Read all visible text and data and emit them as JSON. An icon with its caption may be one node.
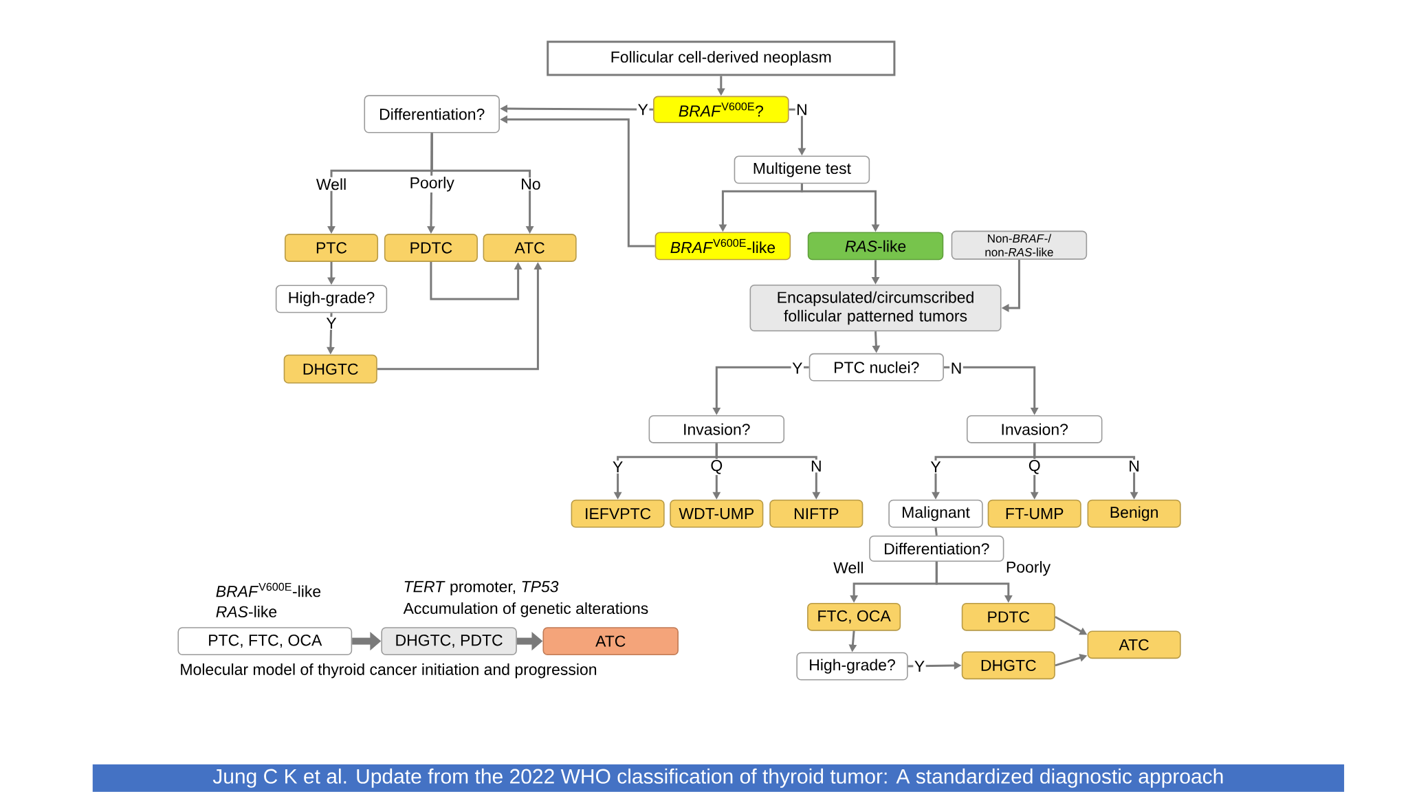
{
  "diagram": {
    "caption": "Jung C K et al. Update from the 2022 WHO classification of thyroid tumor: A standardized diagnostic approach",
    "nodes": [
      {
        "text": [
          "Follicular cell-derived neoplasm"
        ]
      },
      {
        "text": [
          "*BRAF*$^{V600E}$?"
        ]
      },
      {
        "text": [
          "Differentiation?"
        ]
      },
      {
        "text": [
          "Multigene test"
        ]
      },
      {
        "text": [
          "*BRAF*$^{V600E}$-like"
        ]
      },
      {
        "text": [
          "*RAS*-like"
        ]
      },
      {
        "text": [
          "Non-*BRAF*-/ non-*RAS*-like"
        ]
      },
      {
        "text": [
          "PTC"
        ]
      },
      {
        "text": [
          "PDTC"
        ]
      },
      {
        "text": [
          "ATC"
        ]
      },
      {
        "text": [
          "High-grade?"
        ]
      },
      {
        "text": [
          "DHGTC"
        ]
      },
      {
        "text": [
          "Encapsulated/circumscribed follicular patterned tumors"
        ]
      },
      {
        "text": [
          "PTC nuclei?"
        ]
      },
      {
        "text": [
          "Invasion?"
        ]
      },
      {
        "text": [
          "Invasion?"
        ]
      },
      {
        "text": [
          "IEFVPTC"
        ]
      },
      {
        "text": [
          "WDT-UMP"
        ]
      },
      {
        "text": [
          "NIFTP"
        ]
      },
      {
        "text": [
          "Malignant"
        ]
      },
      {
        "text": [
          "FT-UMP"
        ]
      },
      {
        "text": [
          "Benign"
        ]
      },
      {
        "text": [
          "Differentiation?"
        ]
      },
      {
        "text": [
          "FTC, OCA"
        ]
      },
      {
        "text": [
          "PDTC"
        ]
      },
      {
        "text": [
          "ATC"
        ]
      },
      {
        "text": [
          "High-grade?"
        ]
      },
      {
        "text": [
          "DHGTC"
        ]
      },
      {
        "text": [
          "PTC, FTC, OCA"
        ]
      },
      {
        "text": [
          "DHGTC, PDTC"
        ]
      },
      {
        "text": [
          "ATC"
        ]
      }
    ],
    "edges": [
      {
        "from": 0,
        "to": 1,
        "arrow": "to"
      },
      {
        "from": 1,
        "to": 2,
        "arrow": "to",
        "label": "Y"
      },
      {
        "from": 1,
        "to": 3,
        "arrow": "to",
        "label": "N"
      },
      {
        "from": 3,
        "to": 4,
        "arrow": "to"
      },
      {
        "from": 3,
        "to": 5,
        "arrow": "to"
      },
      {
        "from": 4,
        "to": 2,
        "arrow": "to"
      },
      {
        "from": 2,
        "to": 7,
        "arrow": "to",
        "label": "Well"
      },
      {
        "from": 2,
        "to": 8,
        "arrow": "to",
        "label": "Poorly"
      },
      {
        "from": 2,
        "to": 9,
        "arrow": "to",
        "label": "No"
      },
      {
        "from": 7,
        "to": 10,
        "arrow": "to"
      },
      {
        "from": 10,
        "to": 11,
        "arrow": "to",
        "label": "Y"
      },
      {
        "from": 8,
        "to": 9,
        "arrow": "to"
      },
      {
        "from": 11,
        "to": 9,
        "arrow": "to"
      },
      {
        "from": 5,
        "to": 12,
        "arrow": "to"
      },
      {
        "from": 6,
        "to": 12,
        "arrow": "to"
      },
      {
        "from": 12,
        "to": 13,
        "arrow": "to"
      },
      {
        "from": 13,
        "to": 14,
        "arrow": "to",
        "label": "Y"
      },
      {
        "from": 13,
        "to": 15,
        "arrow": "to",
        "label": "N"
      },
      {
        "from": 14,
        "to": 16,
        "arrow": "to",
        "label": "Y"
      },
      {
        "from": 14,
        "to": 17,
        "arrow": "to",
        "label": "Q"
      },
      {
        "from": 14,
        "to": 18,
        "arrow": "to",
        "label": "N"
      },
      {
        "from": 15,
        "to": 19,
        "arrow": "to",
        "label": "Y"
      },
      {
        "from": 15,
        "to": 20,
        "arrow": "to",
        "label": "Q"
      },
      {
        "from": 15,
        "to": 21,
        "arrow": "to",
        "label": "N"
      },
      {
        "from": 19,
        "to": 22,
        "arrow": "none"
      },
      {
        "from": 22,
        "to": 23,
        "arrow": "to",
        "label": "Well"
      },
      {
        "from": 22,
        "to": 24,
        "arrow": "to",
        "label": "Poorly"
      },
      {
        "from": 23,
        "to": 26,
        "arrow": "to"
      },
      {
        "from": 26,
        "to": 27,
        "arrow": "to",
        "label": "Y"
      },
      {
        "from": 24,
        "to": 25,
        "arrow": "to"
      },
      {
        "from": 27,
        "to": 25,
        "arrow": "to"
      },
      {
        "from": 28,
        "to": 29,
        "arrow": "to",
        "style": "thick"
      },
      {
        "from": 29,
        "to": 30,
        "arrow": "to",
        "style": "thick"
      }
    ],
    "labels": [
      "*BRAF*$^{V600E}$-like",
      "*RAS*-like",
      "*TERT* promoter, *TP53*",
      "Accumulation of genetic alterations",
      "Molecular model of thyroid cancer initiation and progression"
    ]
  }
}
